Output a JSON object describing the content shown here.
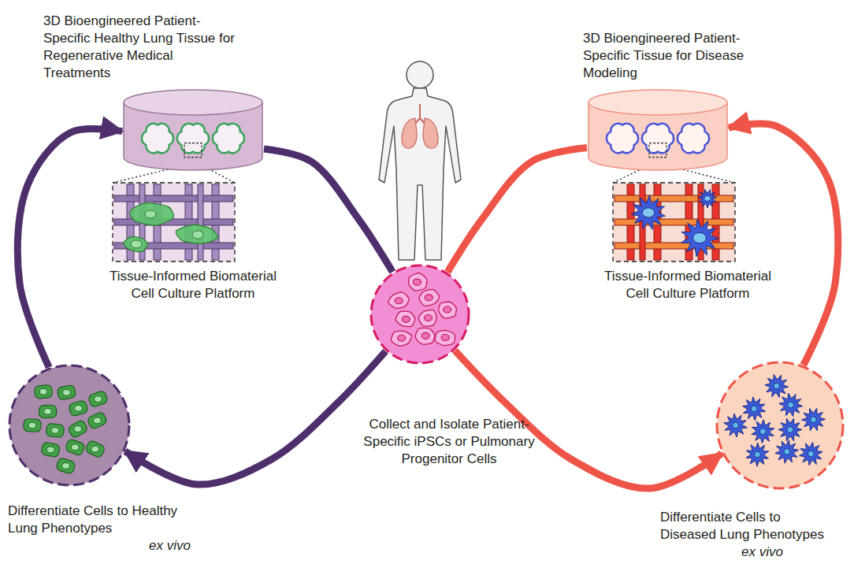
{
  "diagram": {
    "nodes": [
      {
        "text": [
          "3D Bioengineered Patient-Specific Healthy Lung Tissue for Regenerative Medical Treatments"
        ]
      },
      {
        "text": [
          "Tissue-Informed Biomaterial Cell Culture Platform"
        ]
      },
      {
        "text": [
          "Collect and Isolate Patient-Specific iPSCs or Pulmonary Progenitor Cells"
        ]
      },
      {
        "text": [
          "Differentiate Cells to Healthy Lung Phenotypes",
          "ex vivo"
        ]
      },
      {
        "text": [
          "3D Bioengineered Patient-Specific Tissue for Disease Modeling"
        ]
      },
      {
        "text": [
          "Tissue-Informed Biomaterial Cell Culture Platform"
        ]
      },
      {
        "text": [
          "Differentiate Cells to Diseased Lung Phenotypes",
          "ex vivo"
        ]
      }
    ],
    "edges": [
      {
        "from": 0,
        "to": 1,
        "arrow": "none"
      },
      {
        "from": 2,
        "to": 3,
        "arrow": "to"
      },
      {
        "from": 3,
        "to": 0,
        "arrow": "to"
      },
      {
        "from": 0,
        "to": 2,
        "arrow": "none"
      },
      {
        "from": 4,
        "to": 5,
        "arrow": "none"
      },
      {
        "from": 2,
        "to": 6,
        "arrow": "to"
      },
      {
        "from": 6,
        "to": 4,
        "arrow": "to"
      },
      {
        "from": 4,
        "to": 2,
        "arrow": "none"
      }
    ]
  }
}
